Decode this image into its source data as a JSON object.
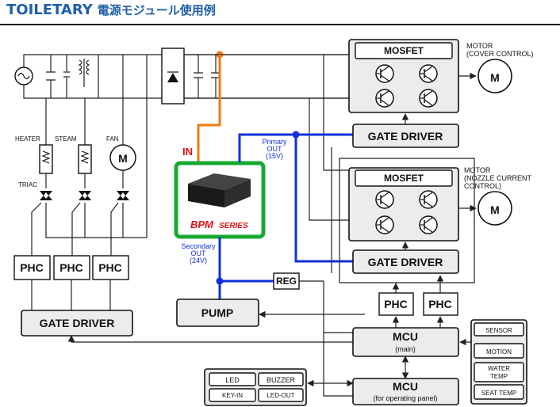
{
  "title": {
    "main": "TOILETARY",
    "sub": "電源モジュール使用例"
  },
  "labels": {
    "heater": "HEATER",
    "steam": "STEAM",
    "fan": "FAN",
    "triac": "TRIAC",
    "in": "IN",
    "primary_out": [
      "Primary",
      "OUT",
      "(15V)"
    ],
    "secondary_out": [
      "Secondary",
      "OUT",
      "(24V)"
    ],
    "motor1": [
      "MOTOR",
      "(COVER CONTROL)"
    ],
    "motor2": [
      "MOTOR",
      "(NOZZLE CURRENT",
      "CONTROL)"
    ],
    "m": "M"
  },
  "module": {
    "brand": "BPM",
    "series": "SERIES"
  },
  "blocks": {
    "mosfet": "MOSFET",
    "gate_driver": "GATE DRIVER",
    "phc": "PHC",
    "reg": "REG",
    "pump": "PUMP",
    "mcu_main": [
      "MCU",
      "(main)"
    ],
    "mcu_panel": [
      "MCU",
      "(for operating panel)"
    ],
    "panel": [
      "LED",
      "BUZZER",
      "KEY-IN",
      "LED-OUT"
    ],
    "sensors": [
      "SENSOR",
      "MOTION",
      "WATER",
      "TEMP",
      "SEAT TEMP"
    ]
  },
  "colors": {
    "title": "#1f5fa8",
    "primary": "#1030d8",
    "input": "#f07a10",
    "module_frame": "#18a830"
  }
}
